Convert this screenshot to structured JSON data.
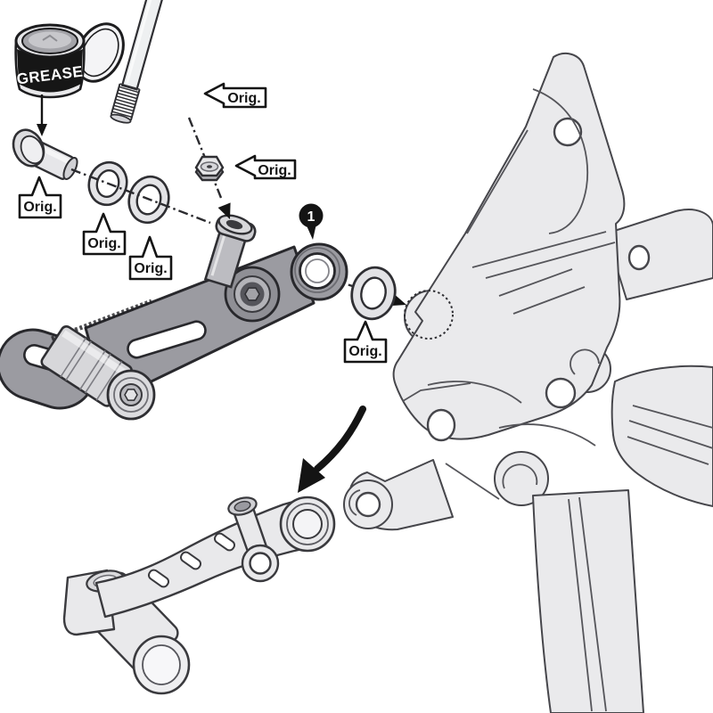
{
  "labels": {
    "grease": "GREASE",
    "orig": "Orig.",
    "step_1": "1"
  },
  "colors": {
    "background": "#ffffff",
    "outline": "#2f2f33",
    "bracket_fill": "#eaeaec",
    "lever_fill": "#9b9ba1",
    "metal_light": "#d9d9dc",
    "callout_black": "#141414",
    "label_text": "#141414"
  }
}
